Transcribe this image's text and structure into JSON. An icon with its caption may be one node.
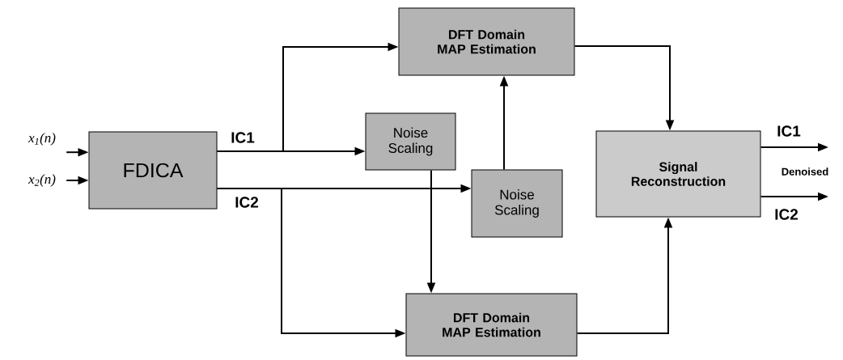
{
  "diagram": {
    "nodes": [
      {
        "text": [
          "x$_{1}$(n)"
        ]
      },
      {
        "text": [
          "x$_{2}$(n)"
        ]
      },
      {
        "text": [
          "FDICA"
        ]
      },
      {
        "text": [
          "DFT Domain MAP Estimation"
        ]
      },
      {
        "text": [
          "Noise Scaling"
        ]
      },
      {
        "text": [
          "Noise Scaling"
        ]
      },
      {
        "text": [
          "DFT Domain MAP Estimation"
        ]
      },
      {
        "text": [
          "Signal Reconstruction"
        ]
      }
    ],
    "edges": [
      {
        "from": 0,
        "to": 2,
        "arrow": "to"
      },
      {
        "from": 1,
        "to": 2,
        "arrow": "to"
      },
      {
        "from": 2,
        "to": 3,
        "arrow": "to"
      },
      {
        "from": 2,
        "to": 4,
        "arrow": "to",
        "label": "IC1"
      },
      {
        "from": 2,
        "to": 5,
        "arrow": "to",
        "label": "IC2"
      },
      {
        "from": 2,
        "to": 6,
        "arrow": "to"
      },
      {
        "from": 4,
        "to": 6,
        "arrow": "to"
      },
      {
        "from": 5,
        "to": 3,
        "arrow": "to"
      },
      {
        "from": 3,
        "to": 7,
        "arrow": "to"
      },
      {
        "from": 6,
        "to": 7,
        "arrow": "to"
      },
      {
        "from": 7,
        "to": null,
        "arrow": "to",
        "label": "IC1"
      },
      {
        "from": 7,
        "to": null,
        "arrow": "to",
        "label": "IC2"
      }
    ],
    "labels": [
      "Denoised"
    ]
  }
}
